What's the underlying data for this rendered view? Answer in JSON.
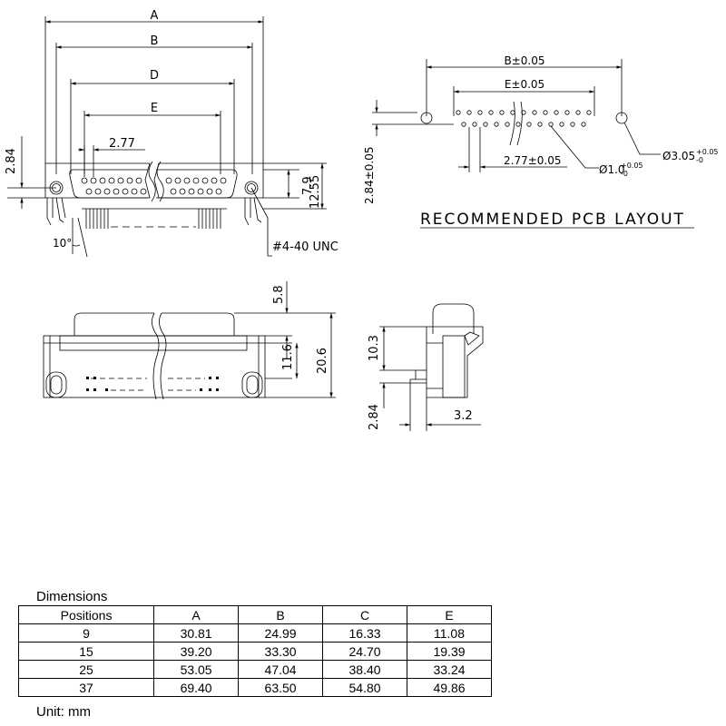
{
  "front_view": {
    "dim_A": "A",
    "dim_B": "B",
    "dim_D": "D",
    "dim_E": "E",
    "pitch": "2.77",
    "height_left": "2.84",
    "height_pin_rows": "7.9",
    "height_total": "12.55",
    "angle": "10°",
    "screw": "#4-40 UNC"
  },
  "pcb_layout": {
    "title": "RECOMMENDED PCB LAYOUT",
    "dim_B": "B±0.05",
    "dim_E": "E±0.05",
    "row_offset": "2.84±0.05",
    "pitch": "2.77±0.05",
    "pin_hole": "Ø1.0",
    "pin_hole_tol_plus": "+0.05",
    "pin_hole_tol_minus": "-0",
    "mount_hole": "Ø3.05",
    "mount_hole_tol_plus": "+0.05",
    "mount_hole_tol_minus": "-0"
  },
  "top_view": {
    "dim_top": "5.8",
    "dim_mid": "11.6",
    "dim_total": "20.6"
  },
  "side_view": {
    "dim_height": "10.3",
    "dim_pin": "2.84",
    "dim_depth": "3.2"
  },
  "table": {
    "title": "Dimensions",
    "headers": [
      "Positions",
      "A",
      "B",
      "C",
      "E"
    ],
    "rows": [
      [
        "9",
        "30.81",
        "24.99",
        "16.33",
        "11.08"
      ],
      [
        "15",
        "39.20",
        "33.30",
        "24.70",
        "19.39"
      ],
      [
        "25",
        "53.05",
        "47.04",
        "38.40",
        "33.24"
      ],
      [
        "37",
        "69.40",
        "63.50",
        "54.80",
        "49.86"
      ]
    ],
    "unit": "Unit: mm"
  }
}
